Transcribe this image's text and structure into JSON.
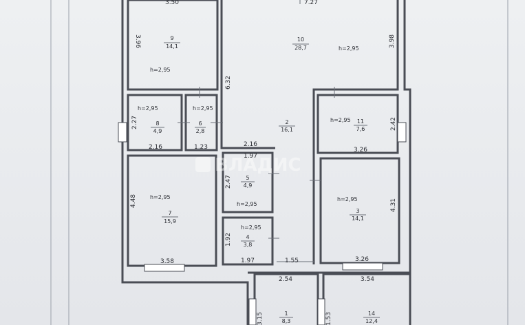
{
  "watermark": "ВЛАДИС",
  "rooms": [
    {
      "id": "room-9",
      "num": "9",
      "area": "14,1",
      "h": "h=2,95",
      "top": "3.50"
    },
    {
      "id": "room-10",
      "num": "10",
      "area": "28,7",
      "h": "h=2,95",
      "top": "7.27"
    },
    {
      "id": "room-8",
      "num": "8",
      "area": "4,9",
      "h": "h=2,95"
    },
    {
      "id": "room-6",
      "num": "6",
      "area": "2,8",
      "h": "h=2,95"
    },
    {
      "id": "room-2",
      "num": "2",
      "area": "16,1"
    },
    {
      "id": "room-11",
      "num": "11",
      "area": "7,6",
      "h": "h=2,95"
    },
    {
      "id": "room-5",
      "num": "5",
      "area": "4,9",
      "h": "h=2,95"
    },
    {
      "id": "room-7",
      "num": "7",
      "area": "15,9",
      "h": "h=2,95"
    },
    {
      "id": "room-3",
      "num": "3",
      "area": "14,1",
      "h": "h=2,95"
    },
    {
      "id": "room-4",
      "num": "4",
      "area": "3,8",
      "h": "h=2,95"
    },
    {
      "id": "room-1",
      "num": "1",
      "area": "8,3"
    },
    {
      "id": "room-14",
      "num": "14",
      "area": "12,4"
    }
  ],
  "dims": {
    "d396": "3.96",
    "d632": "6.32",
    "d398": "3.98",
    "d227": "2.27",
    "d216a": "2.16",
    "d123": "1.23",
    "d216b": "2.16",
    "d242": "2.42",
    "d326a": "3.26",
    "d197a": "1.97",
    "d247": "2.47",
    "d448": "4.48",
    "d431": "4.31",
    "d192": "1.92",
    "d197b": "1.97",
    "d155": "1.55",
    "d358": "3.58",
    "d326b": "3.26",
    "d254": "2.54",
    "d354": "3.54",
    "d315": "3.15",
    "d153": "1.53"
  }
}
